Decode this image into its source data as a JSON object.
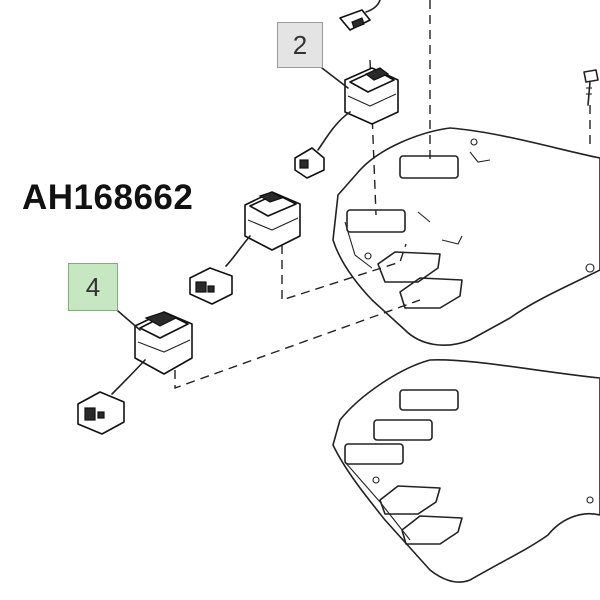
{
  "diagram": {
    "part_number": "AH168662",
    "callouts": [
      {
        "label": "2",
        "color": "#e4e4e4"
      },
      {
        "label": "4",
        "color": "#c7e6c2"
      }
    ],
    "line_color": "#222222"
  }
}
